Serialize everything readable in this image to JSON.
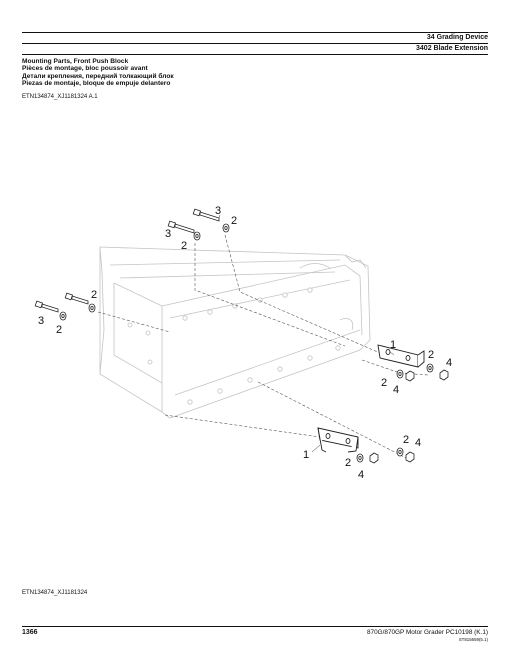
{
  "header": {
    "section": "34 Grading Device",
    "subsection": "3402 Blade Extension"
  },
  "titles": {
    "en": "Mounting Parts, Front Push Block",
    "fr": "Pièces de montage, bloc poussoir avant",
    "ru": "Детали крепления, передний толкающий блок",
    "es": "Piezas de montaje, bloque de empuje delantero"
  },
  "figure_ref": "ETN134874_XJ1181324 A.1",
  "figure_caption": "ETN134874_XJ1181324",
  "callouts": {
    "top_bolt_3a": "3",
    "top_washer_2a": "2",
    "top_bolt_3b": "3",
    "top_washer_2b": "2",
    "left_washer_2a": "2",
    "left_bolt_3": "3",
    "left_washer_2b": "2",
    "right_bracket_1": "1",
    "right_washer_2a": "2",
    "right_nut_4a": "4",
    "right_washer_2b": "2",
    "right_nut_4b": "4",
    "bottom_bracket_1": "1",
    "bottom_washer_2a": "2",
    "bottom_nut_4a": "4",
    "bottom_washer_2b": "2",
    "bottom_nut_4b": "4"
  },
  "footer": {
    "page": "1366",
    "doc": "870G/870GP Motor Grader    PC10198    (K.1)",
    "code": "ST815659(5.1)"
  }
}
